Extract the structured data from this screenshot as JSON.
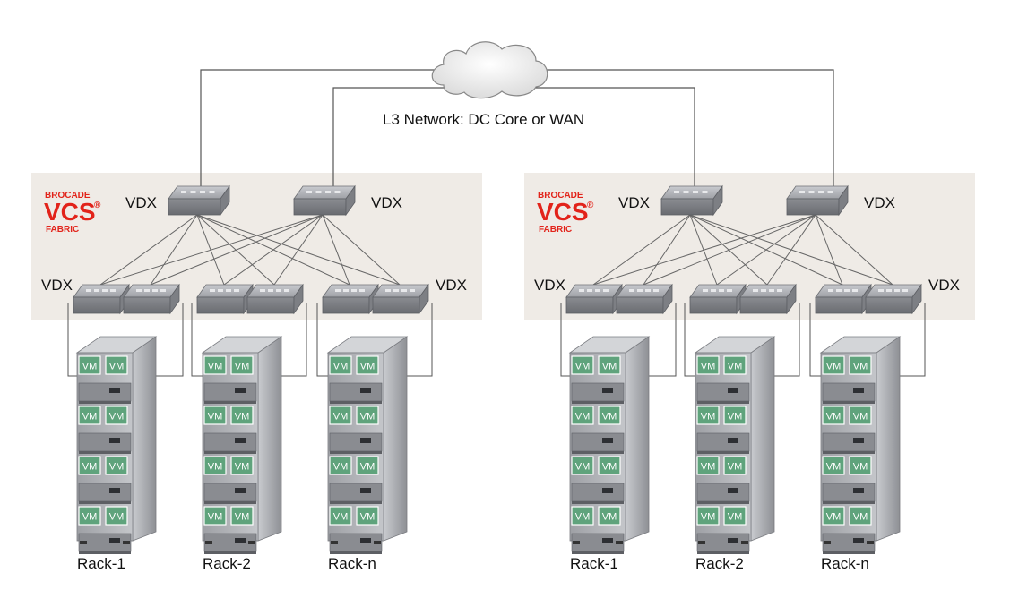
{
  "network": {
    "label": "L3 Network: DC Core or WAN"
  },
  "fabrics": [
    {
      "logo": {
        "brand": "BROCADE",
        "name": "VCS",
        "reg": "®",
        "sub": "FABRIC"
      },
      "spine_labels": [
        "VDX",
        "VDX"
      ],
      "leaf_labels": [
        "VDX",
        "VDX"
      ],
      "racks": [
        {
          "label": "Rack-1",
          "vm_label": "VM"
        },
        {
          "label": "Rack-2",
          "vm_label": "VM"
        },
        {
          "label": "Rack-n",
          "vm_label": "VM"
        }
      ]
    },
    {
      "logo": {
        "brand": "BROCADE",
        "name": "VCS",
        "reg": "®",
        "sub": "FABRIC"
      },
      "spine_labels": [
        "VDX",
        "VDX"
      ],
      "leaf_labels": [
        "VDX",
        "VDX"
      ],
      "racks": [
        {
          "label": "Rack-1",
          "vm_label": "VM"
        },
        {
          "label": "Rack-2",
          "vm_label": "VM"
        },
        {
          "label": "Rack-n",
          "vm_label": "VM"
        }
      ]
    }
  ],
  "colors": {
    "fabric_bg": "#efebe6",
    "brand_red": "#e2231a",
    "switch": "#8e9095",
    "vm_fill": "#5fa37c",
    "rack": "#b6b8bd",
    "line": "#555555"
  }
}
